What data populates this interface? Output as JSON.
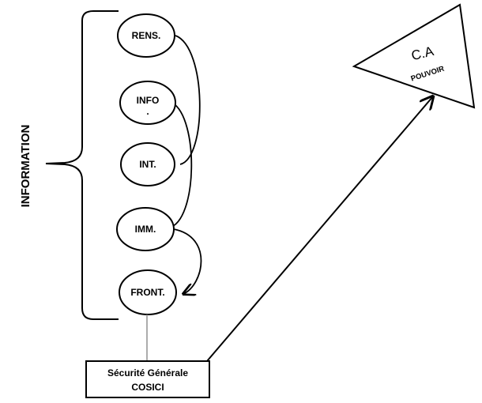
{
  "side_label": "INFORMATION",
  "nodes": [
    {
      "id": "rens",
      "label": "RENS."
    },
    {
      "id": "info",
      "label": "INFO",
      "sub": "."
    },
    {
      "id": "int",
      "label": "INT."
    },
    {
      "id": "imm",
      "label": "IMM."
    },
    {
      "id": "front",
      "label": "FRONT."
    }
  ],
  "base_box": {
    "line1": "Sécurité Générale",
    "line2": "COSICI"
  },
  "triangle": {
    "title": "C.A",
    "subtitle": "POUVOIR"
  },
  "colors": {
    "stroke": "#000000",
    "background": "#ffffff",
    "connector": "#888888"
  }
}
